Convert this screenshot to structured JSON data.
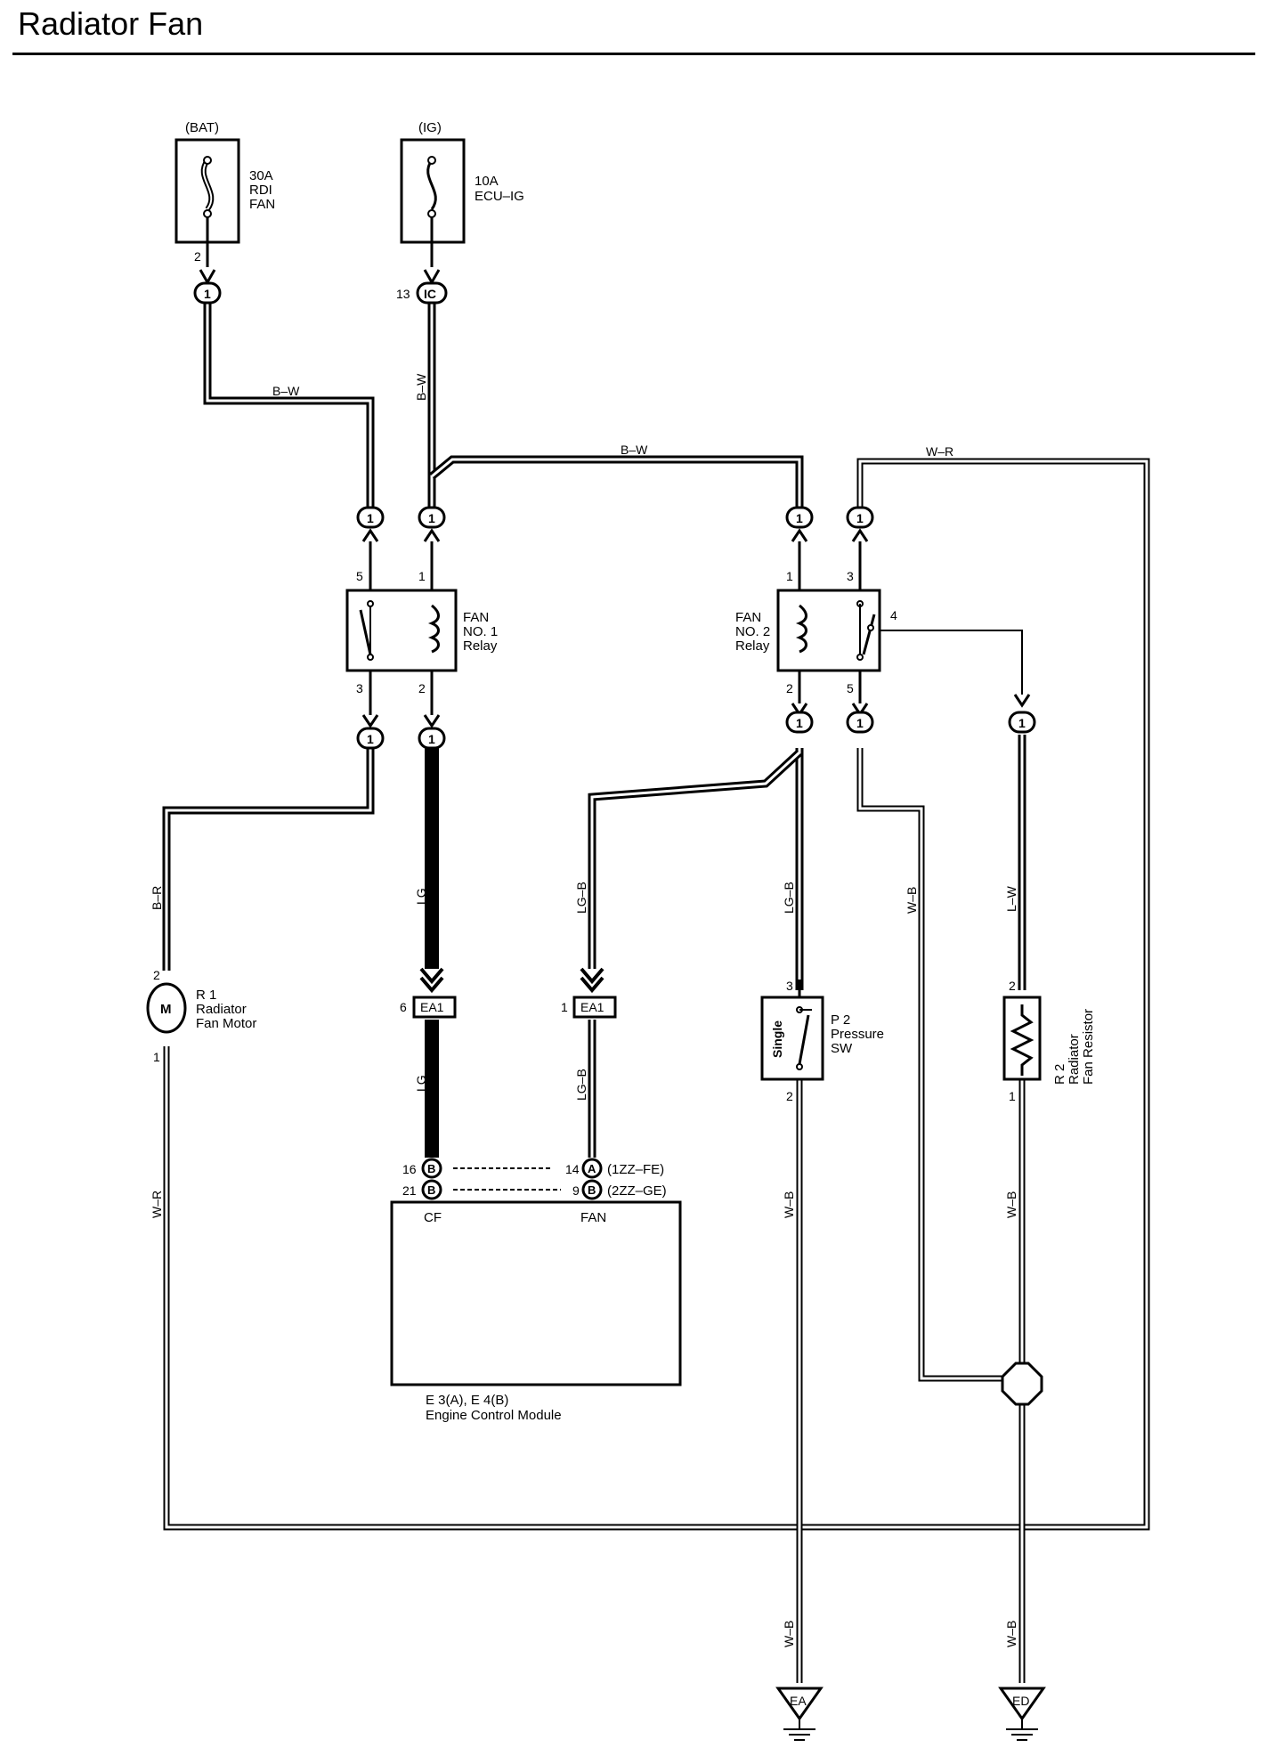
{
  "title": "Radiator Fan",
  "fuses": {
    "bat": {
      "source": "(BAT)",
      "amp": "30A",
      "name1": "RDI",
      "name2": "FAN",
      "pin": "2",
      "conn": "1"
    },
    "ig": {
      "source": "(IG)",
      "amp": "10A",
      "name1": "ECU–IG",
      "pin": "13",
      "conn": "IC"
    }
  },
  "wires": {
    "bw1": "B–W",
    "bw2": "B–W",
    "bw3": "B–W",
    "wr_top": "W–R",
    "br": "B–R",
    "lg1": "LG",
    "lg2": "LG",
    "lgb1": "LG–B",
    "lgb2": "LG–B",
    "lgb3": "LG–B",
    "wb1": "W–B",
    "lw": "L–W",
    "wr_left": "W–R",
    "wb2": "W–B",
    "wb3": "W–B",
    "wb4": "W–B",
    "wb5": "W–B"
  },
  "relay1": {
    "l1": "FAN",
    "l2": "NO. 1",
    "l3": "Relay",
    "p5": "5",
    "p1": "1",
    "p3": "3",
    "p2": "2"
  },
  "relay2": {
    "l1": "FAN",
    "l2": "NO. 2",
    "l3": "Relay",
    "p1": "1",
    "p3": "3",
    "p4": "4",
    "p2": "2",
    "p5": "5"
  },
  "connector_one": "1",
  "motor": {
    "id": "R 1",
    "l1": "Radiator",
    "l2": "Fan Motor",
    "symbol": "M",
    "pin_top": "2",
    "pin_bot": "1"
  },
  "ea1": {
    "label": "EA1",
    "pin_left": "6",
    "pin_right": "1"
  },
  "pressure_sw": {
    "id": "P 2",
    "l1": "Pressure",
    "l2": "SW",
    "type": "Single",
    "pin_top": "3",
    "pin_bot": "2"
  },
  "resistor": {
    "id": "R 2",
    "l1": "Radiator",
    "l2": "Fan Resistor",
    "pin_top": "2",
    "pin_bot": "1"
  },
  "ecm": {
    "name1": "E 3(A), E 4(B)",
    "name2": "Engine Control Module",
    "cf": "CF",
    "fan": "FAN",
    "row1": {
      "lpin": "16",
      "lconn": "B",
      "rpin": "14",
      "rconn": "A",
      "engine": "(1ZZ–FE)"
    },
    "row2": {
      "lpin": "21",
      "lconn": "B",
      "rpin": "9",
      "rconn": "B",
      "engine": "(2ZZ–GE)"
    }
  },
  "grounds": {
    "ea": "EA",
    "ed": "ED"
  }
}
